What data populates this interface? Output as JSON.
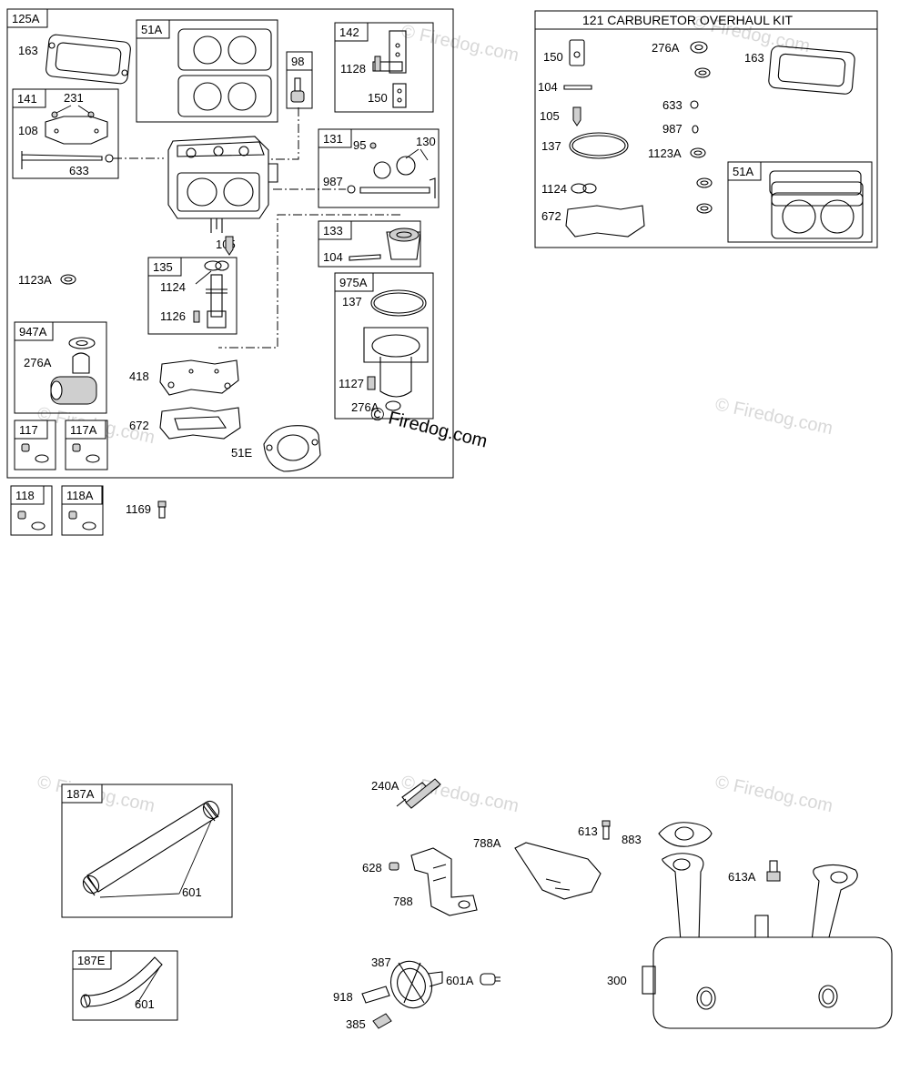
{
  "watermark": "© Firedog.com",
  "kit": {
    "title": "121 CARBURETOR OVERHAUL KIT"
  },
  "boxes": {
    "b125A": "125A",
    "b51A": "51A",
    "b98": "98",
    "b142": "142",
    "b141": "141",
    "b131": "131",
    "b133": "133",
    "b135": "135",
    "b975A": "975A",
    "b947A": "947A",
    "b117": "117",
    "b117A": "117A",
    "b118": "118",
    "b118A": "118A",
    "k51A": "51A",
    "b187A": "187A",
    "b187E": "187E"
  },
  "labels": {
    "l163": "163",
    "l231": "231",
    "l108": "108",
    "l633": "633",
    "l1128": "1128",
    "l150": "150",
    "l95": "95",
    "l130": "130",
    "l987": "987",
    "l104": "104",
    "l105": "105",
    "l1124": "1124",
    "l1126": "1126",
    "l137": "137",
    "l1127": "1127",
    "l276A_975": "276A",
    "l1123A": "1123A",
    "l276A_947": "276A",
    "l418": "418",
    "l672": "672",
    "l51E": "51E",
    "l1169": "1169",
    "k150": "150",
    "k104": "104",
    "k105": "105",
    "k137": "137",
    "k1124": "1124",
    "k672": "672",
    "k276A": "276A",
    "k633": "633",
    "k987": "987",
    "k1123A": "1123A",
    "k163": "163",
    "l601a": "601",
    "l601b": "601",
    "l240A": "240A",
    "l628": "628",
    "l788": "788",
    "l788A": "788A",
    "l613": "613",
    "l883": "883",
    "l613A": "613A",
    "l387": "387",
    "l918": "918",
    "l385": "385",
    "l601A": "601A",
    "l300": "300"
  }
}
